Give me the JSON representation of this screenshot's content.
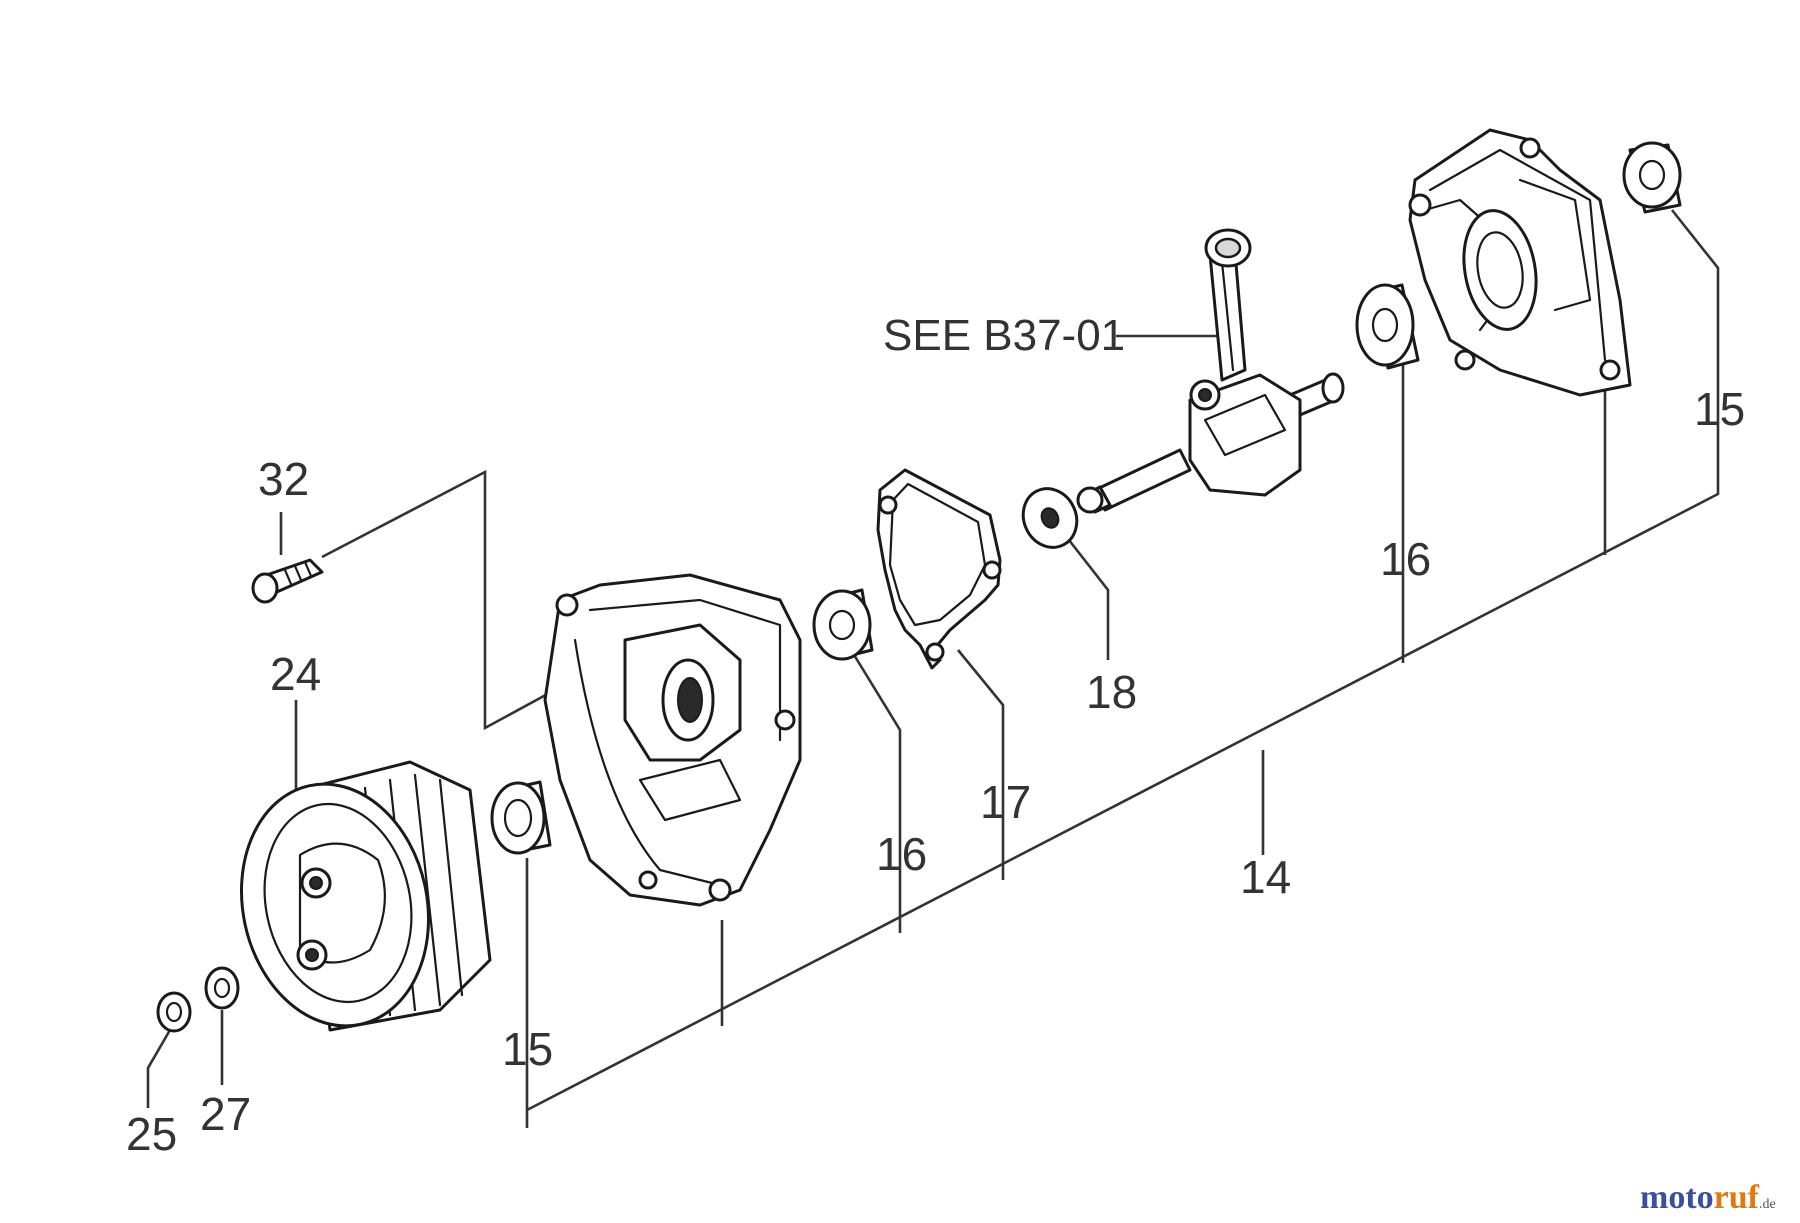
{
  "diagram": {
    "callouts": {
      "c32": "32",
      "c24": "24",
      "c25": "25",
      "c27": "27",
      "c15_left": "15",
      "c16_left": "16",
      "c17": "17",
      "c14": "14",
      "c18": "18",
      "c16_right": "16",
      "c15_right": "15"
    },
    "reference_note": "SEE B37-01",
    "watermark": {
      "motor": "moto",
      "ruf": "ruf",
      "tld": ".de"
    },
    "colors": {
      "line": "#333333",
      "watermark_blue": "#3a4fa0",
      "watermark_orange": "#e07a10",
      "background": "#ffffff"
    }
  }
}
